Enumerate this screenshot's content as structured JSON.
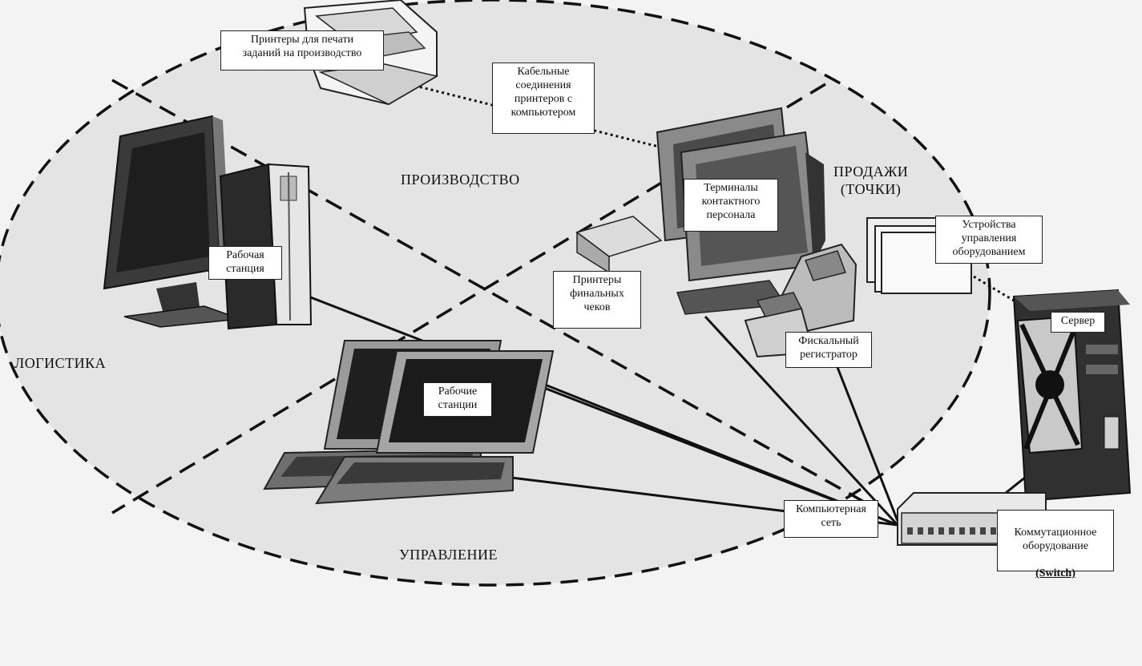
{
  "zones": {
    "production": "ПРОИЗВОДСТВО",
    "sales": "ПРОДАЖИ\n(ТОЧКИ)",
    "logistics": "ЛОГИСТИКА",
    "management": "УПРАВЛЕНИЕ"
  },
  "labels": {
    "printers_jobs": "Принтеры для печати\nзаданий на производство",
    "cable_connections": "Кабельные\nсоединения\nпринтеров с\nкомпьютером",
    "terminals": "Терминалы\nконтактного\nперсонала",
    "equipment_control": "Устройства\nуправления\nоборудованием",
    "workstation": "Рабочая\nстанция",
    "receipt_printers": "Принтеры\nфинальных\nчеков",
    "fiscal_registrar": "Фискальный\nрегистратор",
    "server": "Сервер",
    "workstations": "Рабочие\nстанции",
    "network": "Компьютерная\nсеть",
    "switch_equipment": "Коммутационное\nоборудование",
    "switch_note": "(Switch)"
  },
  "colors": {
    "background": "#f3f3f3",
    "ellipse_fill": "#e4e4e4",
    "line": "#111111",
    "device_dark": "#2b2b2b",
    "device_mid": "#8a8a8a",
    "device_light": "#d9d9d9"
  }
}
